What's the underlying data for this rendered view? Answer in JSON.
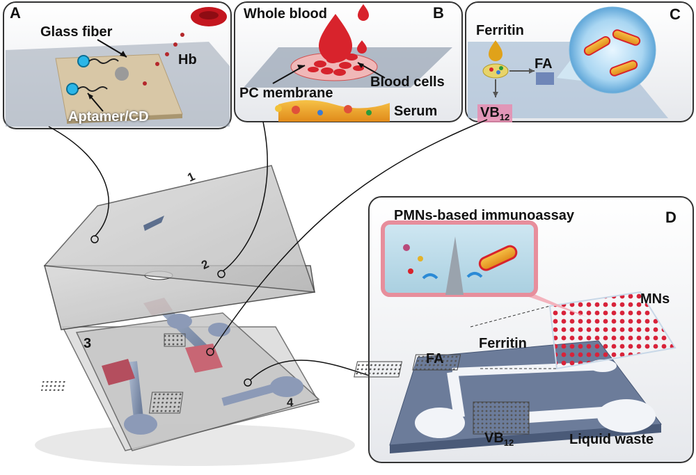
{
  "panel_a": {
    "letter": "A",
    "labels": {
      "glass_fiber": "Glass fiber",
      "hb": "Hb",
      "aptamer_cd": "Aptamer/CD"
    }
  },
  "panel_b": {
    "letter": "B",
    "labels": {
      "whole_blood": "Whole blood",
      "blood_cells": "Blood cells",
      "pc_membrane": "PC membrane",
      "serum": "Serum"
    }
  },
  "panel_c": {
    "letter": "C",
    "labels": {
      "ferritin": "Ferritin",
      "fa": "FA",
      "vb": "VB",
      "vb_sub": "12"
    }
  },
  "panel_d": {
    "letter": "D",
    "labels": {
      "title": "PMNs-based immunoassay",
      "mns": "MNs",
      "ferritin": "Ferritin",
      "fa": "FA",
      "vb": "VB",
      "vb_sub": "12",
      "liquid_waste": "Liquid waste"
    }
  },
  "layers": {
    "l1": "1",
    "l2": "2",
    "l3": "3",
    "l4": "4"
  },
  "colors": {
    "border": "#333333",
    "chip": "#8a9ab5",
    "blood": "#d0202a",
    "pad": "#c8606c",
    "gold": "#d8b23a"
  }
}
